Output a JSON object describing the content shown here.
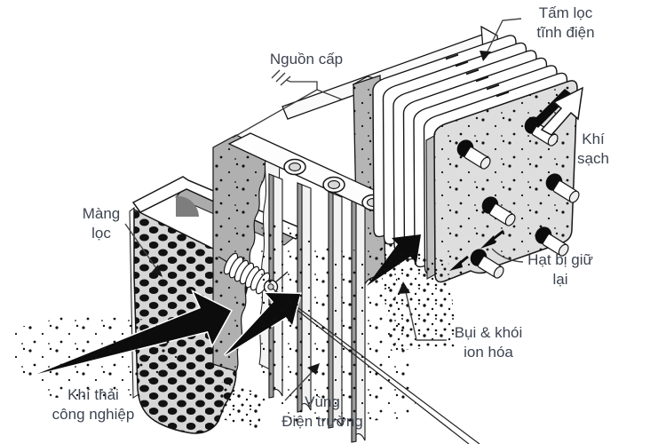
{
  "diagram": {
    "description": "Electrostatic precipitator industrial air filtration diagram",
    "colors": {
      "label_text": "#3d4450",
      "line_art": "#161616",
      "panel_gray": "#d6d6d6"
    },
    "labels": {
      "electrostatic_plates": {
        "line1": "Tấm lọc",
        "line2": "tĩnh điện"
      },
      "power_supply": {
        "line1": "Nguồn cấp"
      },
      "clean_air": {
        "line1": "Khí",
        "line2": "sạch"
      },
      "membrane": {
        "line1": "Màng",
        "line2": "lọc"
      },
      "trapped_particles": {
        "line1": "Hạt bị giữ",
        "line2": "lại"
      },
      "ionized_dust": {
        "line1": "Bụi & khói",
        "line2": "ion hóa"
      },
      "electric_field": {
        "line1": "Vùng",
        "line2": "Điện trường"
      },
      "industrial_exhaust": {
        "line1": "Khí thải",
        "line2": "công nghiệp"
      }
    }
  }
}
